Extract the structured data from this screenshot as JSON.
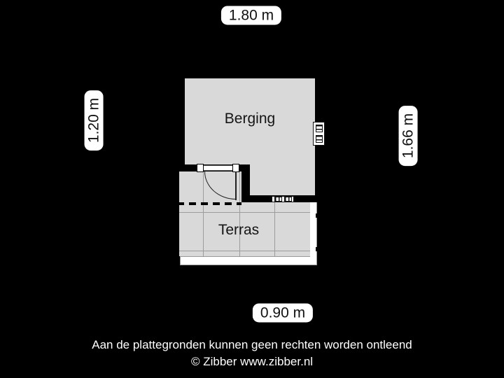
{
  "plan": {
    "rooms": [
      {
        "label": "Berging"
      },
      {
        "label": "Terras"
      }
    ],
    "dimensions": {
      "top": "1.80 m",
      "left": "1.20 m",
      "right": "1.66 m",
      "bottom": "0.90 m"
    }
  },
  "footer": {
    "disclaimer": "Aan de plattegronden kunnen geen rechten worden ontleend",
    "copyright": "© Zibber www.zibber.nl"
  },
  "colors": {
    "background": "#000000",
    "ink": "#000000",
    "floor": "#d9d9d9",
    "tile_line": "#9c9c9c",
    "label_background": "#ffffff",
    "label_text": "#111111",
    "footer_text": "#ffffff"
  }
}
